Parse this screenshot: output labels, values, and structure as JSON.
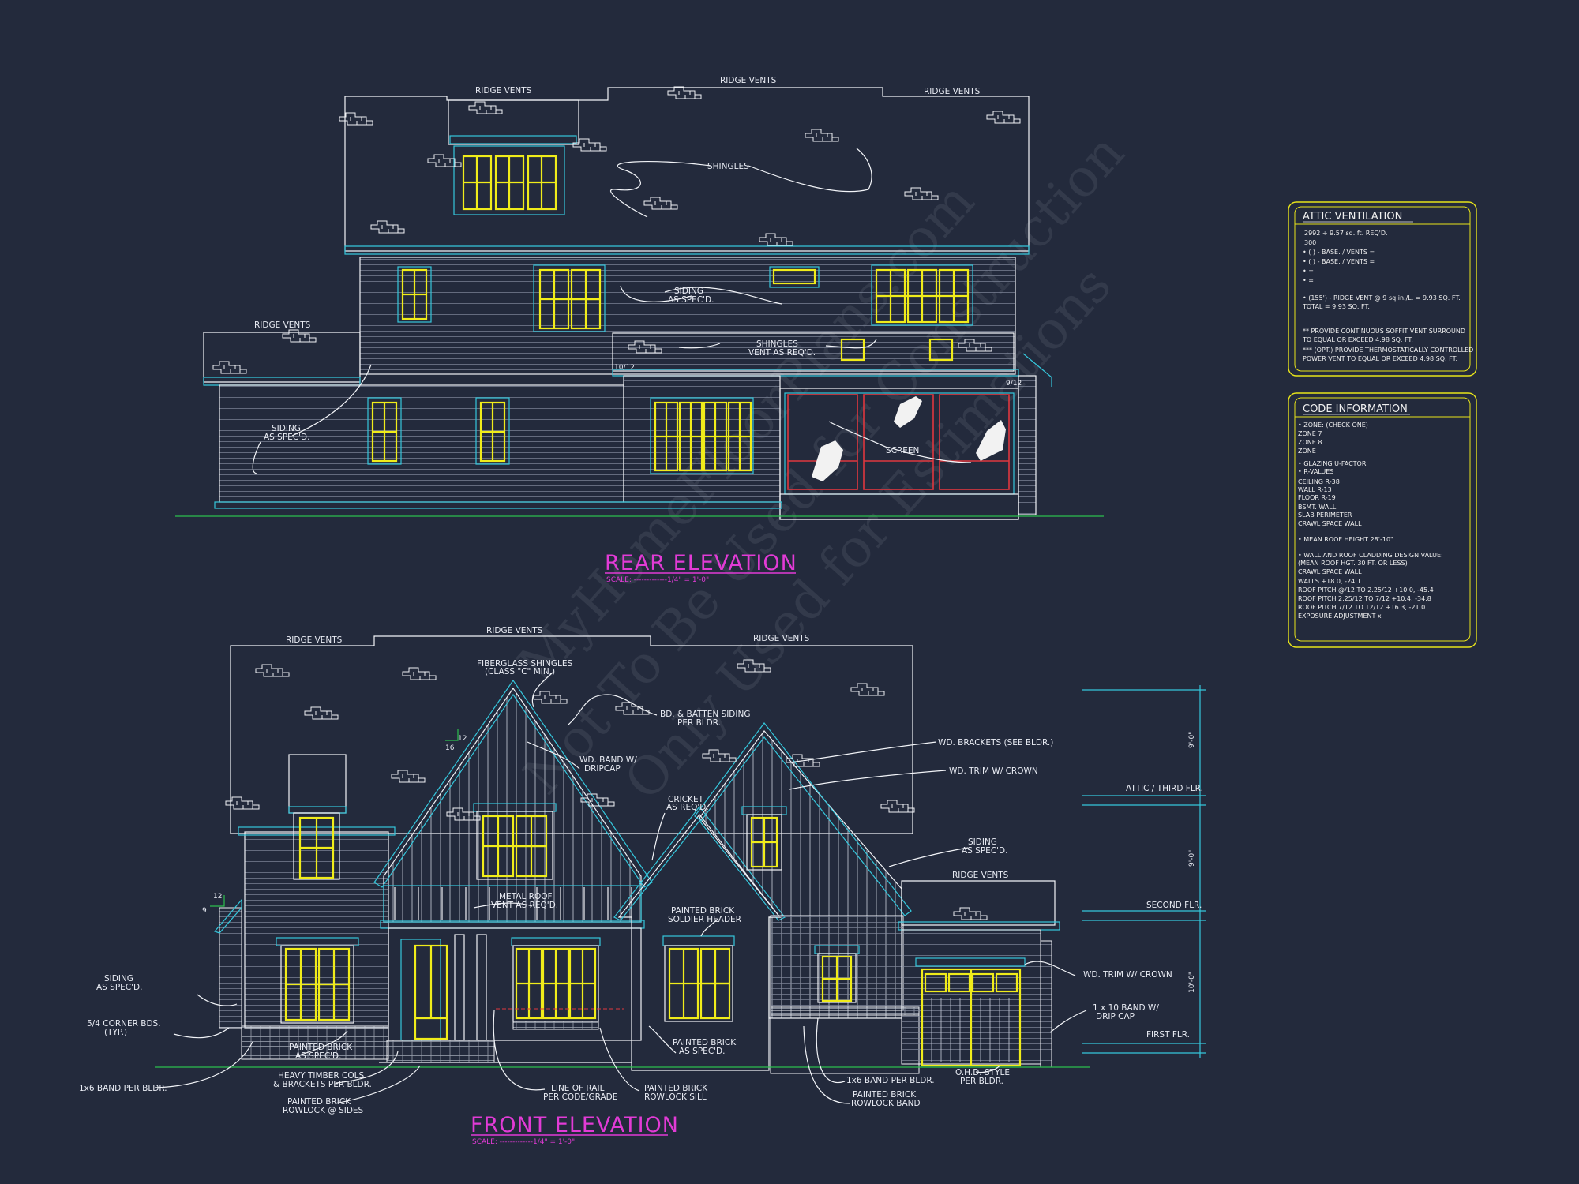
{
  "watermark": [
    "MyHomeFloorPlans.com",
    "Not To Be Used for Construction",
    "Only Used for Estimations"
  ],
  "rear": {
    "title": "REAR ELEVATION",
    "scale": "SCALE: -------------1/4\" = 1'-0\"",
    "labels": {
      "ridge1": "RIDGE VENTS",
      "ridge2": "RIDGE VENTS",
      "ridge3": "RIDGE VENTS",
      "ridge4": "RIDGE VENTS",
      "shingles": "SHINGLES",
      "siding1a": "SIDING",
      "siding1b": "AS SPEC'D.",
      "siding2a": "SIDING",
      "siding2b": "AS SPEC'D.",
      "shv1": "SHINGLES",
      "shv2": "VENT AS REQ'D.",
      "pitch1": "10/12",
      "pitch2": "9/12",
      "screen": "SCREEN"
    }
  },
  "front": {
    "title": "FRONT ELEVATION",
    "scale": "SCALE: -------------1/4\" = 1'-0\"",
    "labels": {
      "ridge1": "RIDGE VENTS",
      "ridge2": "RIDGE VENTS",
      "ridge3": "RIDGE VENTS",
      "ridge4": "RIDGE VENTS",
      "fib1": "FIBERGLASS SHINGLES",
      "fib2": "(CLASS \"C\" MIN.)",
      "bb1": "BD. & BATTEN SIDING",
      "bb2": "PER BLDR.",
      "wdb1": "WD. BAND W/",
      "wdb2": "DRIPCAP",
      "brackets": "WD. BRACKETS (SEE BLDR.)",
      "trimcrown": "WD. TRIM W/ CROWN",
      "cricket1": "CRICKET",
      "cricket2": "AS REQ'D.",
      "sid1": "SIDING",
      "sid2": "AS SPEC'D.",
      "metal1": "METAL ROOF",
      "metal2": "VENT AS REQ'D.",
      "soldier1": "PAINTED BRICK",
      "soldier2": "SOLDIER HEADER",
      "lsid1": "SIDING",
      "lsid2": "AS SPEC'D.",
      "corner1": "5/4 CORNER BDS.",
      "corner2": "(TYP.)",
      "band": "1x6 BAND PER BLDR.",
      "pb1": "PAINTED BRICK",
      "pb2": "AS SPEC'D.",
      "timber1": "HEAVY TIMBER COLS.",
      "timber2": "& BRACKETS PER BLDR.",
      "rowlock1": "PAINTED BRICK",
      "rowlock2": "ROWLOCK @ SIDES",
      "rail1": "LINE OF RAIL",
      "rail2": "PER CODE/GRADE",
      "sill1": "PAINTED BRICK",
      "sill2": "ROWLOCK SILL",
      "pbs1": "PAINTED BRICK",
      "pbs2": "AS SPEC'D.",
      "band2": "1x6 BAND PER BLDR.",
      "rband1": "PAINTED BRICK",
      "rband2": "ROWLOCK BAND",
      "ohd1": "O.H.D. STYLE",
      "ohd2": "PER BLDR.",
      "trim2": "WD. TRIM W/ CROWN",
      "drip1": "1 x 10 BAND W/",
      "drip2": "DRIP CAP",
      "attic": "ATTIC / THIRD FLR.",
      "second": "SECOND FLR.",
      "first": "FIRST FLR.",
      "dim1": "9'-0\"",
      "dim2": "9'-0\"",
      "dim3": "10'-0\"",
      "p12a": "12",
      "p12b": "16",
      "p9": "9",
      "p12c": "12"
    }
  },
  "attic_box": {
    "title": "ATTIC VENTILATION",
    "lines": [
      "2992 ÷ 9.57 sq. ft. REQ'D.",
      "300",
      "• (    ) -          BASE.   /   VENTS  =",
      "• (    ) -          BASE.   /   VENTS  =",
      "•                                                  =",
      "•                                                  =",
      "• (155') - RIDGE VENT @ 9 sq.in./L.  = 9.93 SQ. FT.",
      "                                  TOTAL    = 9.93 SQ. FT.",
      "** PROVIDE CONTINUOUS SOFFIT VENT SURROUND",
      "   TO EQUAL OR EXCEED  4.98 SQ. FT.",
      "*** (OPT.) PROVIDE THERMOSTATICALLY CONTROLLED",
      "   POWER VENT TO EQUAL OR EXCEED  4.98 SQ. FT."
    ]
  },
  "code_box": {
    "title": "CODE INFORMATION",
    "lines": [
      "• ZONE: (CHECK ONE)",
      "      ZONE 7",
      "      ZONE 8",
      "      ZONE",
      "• GLAZING U-FACTOR",
      "• R-VALUES",
      "      CEILING                R-38",
      "      WALL                     R-13",
      "      FLOOR                   R-19",
      "      BSMT. WALL",
      "      SLAB PERIMETER",
      "      CRAWL SPACE WALL",
      "• MEAN ROOF HEIGHT  28'-10\"",
      "• WALL AND ROOF CLADDING DESIGN VALUE:",
      "   (MEAN ROOF HGT. 30 FT. OR LESS)",
      "      CRAWL SPACE WALL",
      "      WALLS                          +18.0, -24.1",
      "      ROOF PITCH @/12 TO 2.25/12   +10.0, -45.4",
      "      ROOF PITCH 2.25/12 TO 7/12   +10.4, -34.8",
      "      ROOF PITCH 7/12 TO 12/12   +16.3, -21.0",
      "      EXPOSURE ADJUSTMENT           x"
    ]
  }
}
